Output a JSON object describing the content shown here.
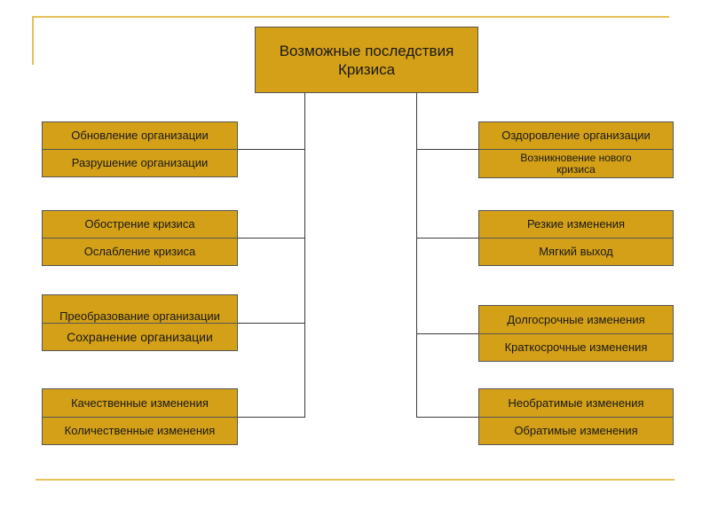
{
  "root": {
    "label_line1": "Возможные последствия",
    "label_line2": "Кризиса"
  },
  "left": [
    {
      "top": "Обновление организации",
      "bottom": "Разрушение организации"
    },
    {
      "top": "Обострение кризиса",
      "bottom": "Ослабление кризиса"
    },
    {
      "top": "Преобразование организации",
      "bottom": "Сохранение организации"
    },
    {
      "top": "Качественные изменения",
      "bottom": "Количественные изменения"
    }
  ],
  "right": [
    {
      "top": "Оздоровление организации",
      "bottom": "Возникновение нового кризиса"
    },
    {
      "top": "Резкие изменения",
      "bottom": "Мягкий выход"
    },
    {
      "top": "Долгосрочные изменения",
      "bottom": "Краткосрочные изменения"
    },
    {
      "top": "Необратимые изменения",
      "bottom": "Обратимые изменения"
    }
  ],
  "colors": {
    "box_fill": "#d4a017",
    "box_border": "#555555",
    "connector": "#3a3a3a",
    "decoration": "#e8c15a"
  }
}
